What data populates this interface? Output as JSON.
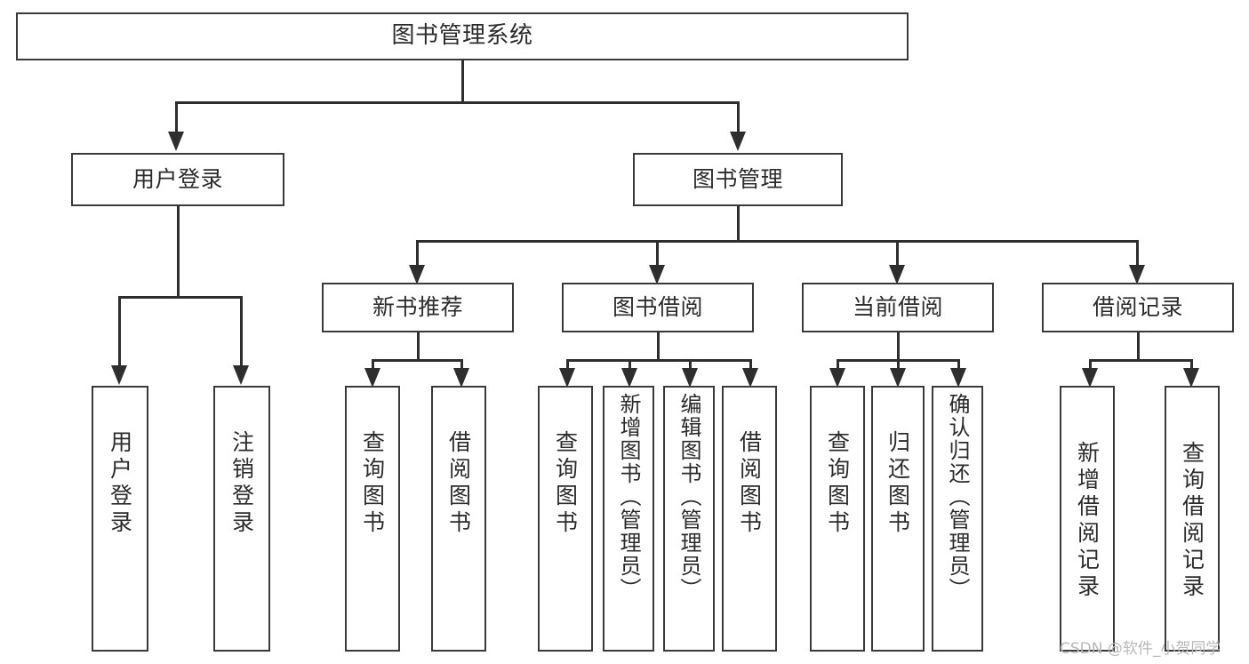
{
  "diagram": {
    "title": "图书管理系统",
    "type": "tree-hierarchy-diagram",
    "root": {
      "label": "图书管理系统"
    },
    "level2": [
      {
        "label": "用户登录"
      },
      {
        "label": "图书管理"
      }
    ],
    "level3": [
      {
        "label": "新书推荐"
      },
      {
        "label": "图书借阅"
      },
      {
        "label": "当前借阅"
      },
      {
        "label": "借阅记录"
      }
    ],
    "leaves": {
      "user_login": [
        {
          "label": "用户登录"
        },
        {
          "label": "注销登录"
        }
      ],
      "new_book_recommend": [
        {
          "label": "查询图书"
        },
        {
          "label": "借阅图书"
        }
      ],
      "book_borrow": [
        {
          "label": "查询图书"
        },
        {
          "label": "新增图书（管理员）"
        },
        {
          "label": "编辑图书（管理员）"
        },
        {
          "label": "借阅图书"
        }
      ],
      "current_borrow": [
        {
          "label": "查询图书"
        },
        {
          "label": "归还图书"
        },
        {
          "label": "确认归还（管理员）"
        }
      ],
      "borrow_records": [
        {
          "label": "新增借阅记录"
        },
        {
          "label": "查询借阅记录"
        }
      ]
    }
  },
  "watermark": {
    "text": "CSDN @软件_小贺同学"
  },
  "colors": {
    "stroke": "#3a3a3a",
    "connector": "#2e2e2e",
    "text": "#2b2b2b",
    "background": "#ffffff",
    "watermark": "#b8b8b8"
  }
}
